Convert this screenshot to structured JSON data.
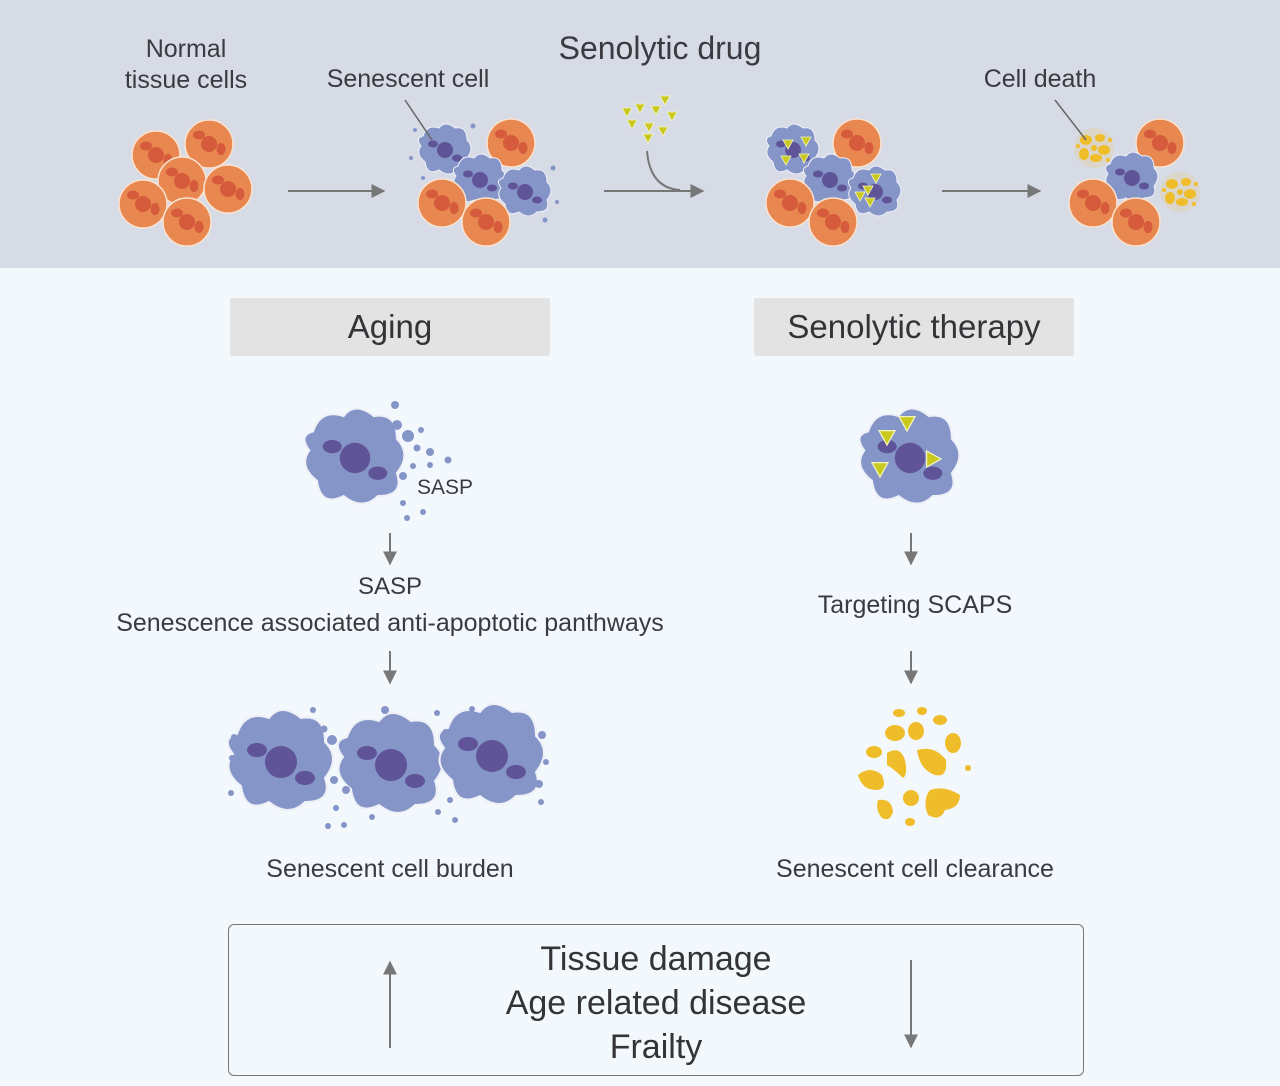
{
  "top_panel": {
    "normal_label": "Normal\ntissue cells",
    "normal_label_line1": "Normal",
    "normal_label_line2": "tissue cells",
    "senescent_label": "Senescent cell",
    "drug_label": "Senolytic drug",
    "death_label": "Cell death"
  },
  "sections": {
    "aging": {
      "title": "Aging",
      "cell_label": "SASP",
      "step1_line1": "SASP",
      "step1_line2": "Senescence associated anti-apoptotic panthways",
      "result": "Senescent cell burden"
    },
    "therapy": {
      "title": "Senolytic therapy",
      "step1": "Targeting SCAPS",
      "result": "Senescent cell clearance"
    }
  },
  "outcomes": {
    "items": [
      "Tissue damage",
      "Age related disease",
      "Frailty"
    ],
    "aging_direction": "increase",
    "therapy_direction": "decrease"
  },
  "colors": {
    "top_band": "#d7dbe6",
    "background": "#f3f8fc",
    "normal_cell": "#e8874f",
    "normal_nucleus": "#d65a3c",
    "senescent_cell": "#8595c8",
    "senescent_nucleus": "#5f5497",
    "drug": "#c8c81e",
    "dead_cell": "#f0bd2a",
    "arrow": "#777777",
    "section_box": "#e3e3e3"
  }
}
